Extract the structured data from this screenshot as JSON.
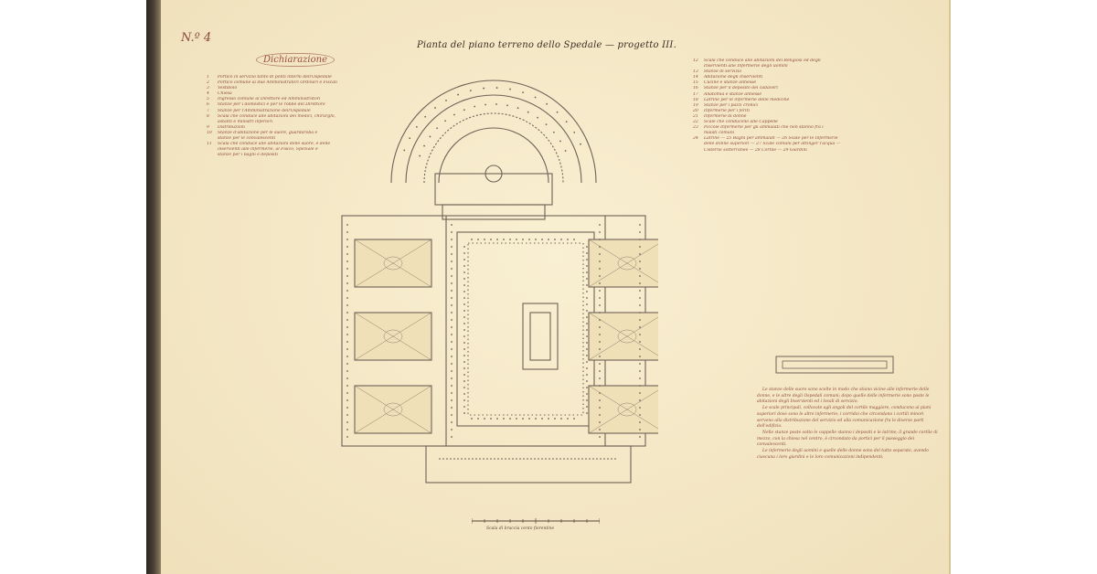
{
  "sheet": {
    "plate_number": "N.º 4",
    "title": "Pianta del piano terreno dello Spedale — progetto III.",
    "legend_title": "Dichiarazione",
    "scale_label": "Scala di braccia cento fiorentine"
  },
  "legend_left": [
    {
      "num": "1",
      "text": "Portico in servizio tanto di ponti interni dell'Ospedale"
    },
    {
      "num": "2",
      "text": "Portico comune ai due Amministratori Ordinari e Fiscali"
    },
    {
      "num": "3",
      "text": "Vestibolo"
    },
    {
      "num": "4",
      "text": "Chiesa"
    },
    {
      "num": "5",
      "text": "Ingresso comune al Direttore ed Amministratori"
    },
    {
      "num": "6",
      "text": "Stanze per i domestici e per le robbe del Direttore"
    },
    {
      "num": "7",
      "text": "Stanze per l'Amministrazione dell'Ospedale"
    },
    {
      "num": "8",
      "text": "Scala che conduce alle abitazioni dei medici, chirurghi,"
    },
    {
      "num": "",
      "text": "astanti e ministri inferiori"
    },
    {
      "num": "9",
      "text": "Distribuzioni"
    },
    {
      "num": "10",
      "text": "Stanze d'abitazione per le suore, guardaroba e"
    },
    {
      "num": "",
      "text": "stanze per le convalescenti"
    },
    {
      "num": "11",
      "text": "Scala che conduce alle abitazioni delle suore, e delle"
    },
    {
      "num": "",
      "text": "inservienti alle infermerie, al Fisico, Speziale e"
    },
    {
      "num": "",
      "text": "stanze per i bagni e depositi"
    }
  ],
  "legend_right": [
    {
      "num": "12",
      "text": "Scala che conduce alle abitazioni dei Religiosi ed degli"
    },
    {
      "num": "",
      "text": "Inservienti alle Infermerie degli uomini"
    },
    {
      "num": "13",
      "text": "Stanze di servizio"
    },
    {
      "num": "14",
      "text": "Abitazione degli Inservienti"
    },
    {
      "num": "15",
      "text": "Cucine e stanze annesse"
    },
    {
      "num": "16",
      "text": "Stanze per il deposito dei cadaveri"
    },
    {
      "num": "17",
      "text": "Anatomia e stanze annesse"
    },
    {
      "num": "18",
      "text": "Latrine per le infermerie delle medicine"
    },
    {
      "num": "19",
      "text": "Stanze per i pazzi cronici"
    },
    {
      "num": "20",
      "text": "Infermerie per i feriti"
    },
    {
      "num": "21",
      "text": "Infermerie di donne"
    },
    {
      "num": "22",
      "text": "Scale che conducono alle Cappelle"
    },
    {
      "num": "23",
      "text": "Piccole Infermerie per gli ammalati che non stanno fra i"
    },
    {
      "num": "",
      "text": "malati comuni"
    },
    {
      "num": "24",
      "text": "Latrine — 25 Bagni per ammalati — 26 Scale per le Infermerie"
    },
    {
      "num": "",
      "text": "delle donne superiori — 27 Scale comuni per attinger l'acqua —"
    },
    {
      "num": "",
      "text": "Cisterne sotterranee — 28 Cortile — 29 Giardini"
    }
  ],
  "notes": [
    "Le stanze delle suore sono scelte in modo che stiano vicine alle infermerie delle donne, e le altre degli Ospedali comuni; dopo quelle delle infermerie sono poste le abitazioni degli Inservienti ed i locali di servizio.",
    "Le scale principali, collocate agli angoli del cortile maggiore, conducono ai piani superiori dove sono le altre infermerie; i corridoi che circondano i cortili minori servono alla distribuzione del servizio ed alla comunicazione fra le diverse parti dell'edifizio.",
    "Nelle stanze poste sotto le cappelle stanno i depositi e le latrine; il grande cortile di mezzo, con la chiesa nel centro, è circondato da portici per il passeggio dei convalescenti.",
    "Le infermerie degli uomini e quelle delle donne sono del tutto separate, avendo ciascuna i loro giardini e le loro comunicazioni indipendenti."
  ]
}
